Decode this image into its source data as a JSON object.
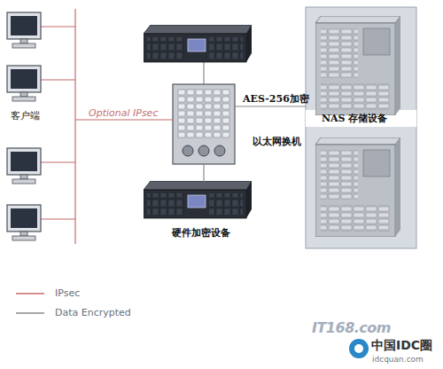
{
  "diagram": {
    "nodes": [
      {
        "text": [
          "客户端"
        ]
      },
      {
        "text": [
          "以太网换机"
        ]
      },
      {
        "text": [
          "硬件加密设备"
        ]
      },
      {
        "text": [
          "NAS 存储设备"
        ]
      }
    ],
    "edges": [
      {
        "from": 0,
        "to": 1,
        "arrow": "none",
        "label": "Optional IPsec"
      },
      {
        "from": 1,
        "to": 3,
        "arrow": "none",
        "label": "AES-256加密"
      },
      {
        "from": 1,
        "to": 2,
        "arrow": "none"
      }
    ],
    "labels": [
      "IT168.com",
      "中国IDC圈",
      "idcquan.com"
    ],
    "legend": [
      {
        "text": "IPsec"
      },
      {
        "text": "Data Encrypted"
      }
    ]
  }
}
